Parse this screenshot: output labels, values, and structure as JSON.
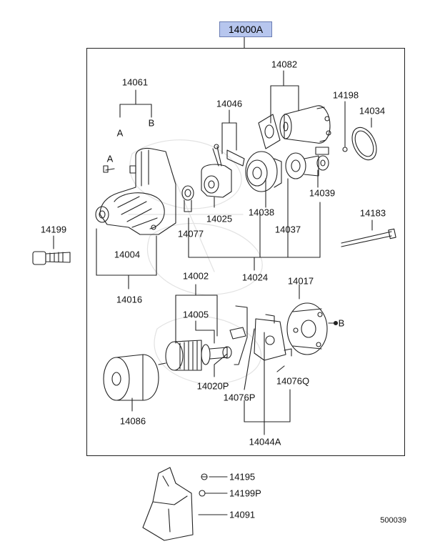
{
  "assembly": {
    "part_no": "14000A"
  },
  "diagram_code": "500039",
  "labels": {
    "p14061": "14061",
    "subA": "A",
    "subB": "B",
    "markA": "A",
    "markB": "B",
    "p14082": "14082",
    "p14198": "14198",
    "p14034": "14034",
    "p14046": "14046",
    "p14199": "14199",
    "p14025": "14025",
    "p14038": "14038",
    "p14039": "14039",
    "p14183": "14183",
    "p14077": "14077",
    "p14037": "14037",
    "p14004": "14004",
    "p14024": "14024",
    "p14016": "14016",
    "p14002": "14002",
    "p14017": "14017",
    "p14005": "14005",
    "p14020P": "14020P",
    "p14076Q": "14076Q",
    "p14076P": "14076P",
    "p14086": "14086",
    "p14044A": "14044A",
    "p14195": "14195",
    "p14199P": "14199P",
    "p14091": "14091"
  }
}
